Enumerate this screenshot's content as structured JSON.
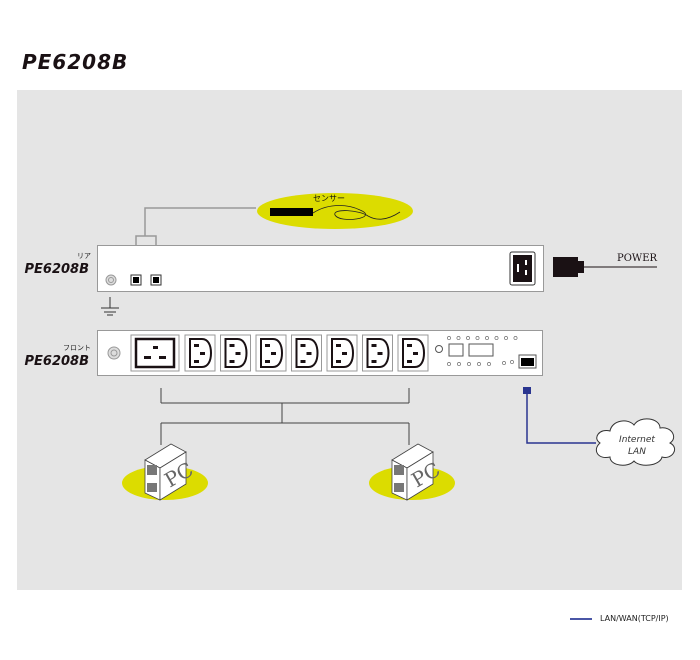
{
  "title": "PE6208B",
  "sensor": {
    "label": "センサー"
  },
  "rear": {
    "caption": "リア",
    "model": "PE6208B"
  },
  "front": {
    "caption": "フロント",
    "model": "PE6208B"
  },
  "power": {
    "label": "POWER"
  },
  "pcs": [
    {
      "label": "PC"
    },
    {
      "label": "PC"
    }
  ],
  "cloud": {
    "line1": "Internet",
    "line2": "LAN"
  },
  "legend": {
    "label": "LAN/WAN(TCP/IP)",
    "color": "#4a56a6"
  },
  "colors": {
    "panel": "#e5e5e5",
    "highlight": "#dcdc00",
    "lan": "#2a3590",
    "wire": "#999999"
  },
  "outlets": {
    "c19_count": 1,
    "c13_count": 7
  }
}
